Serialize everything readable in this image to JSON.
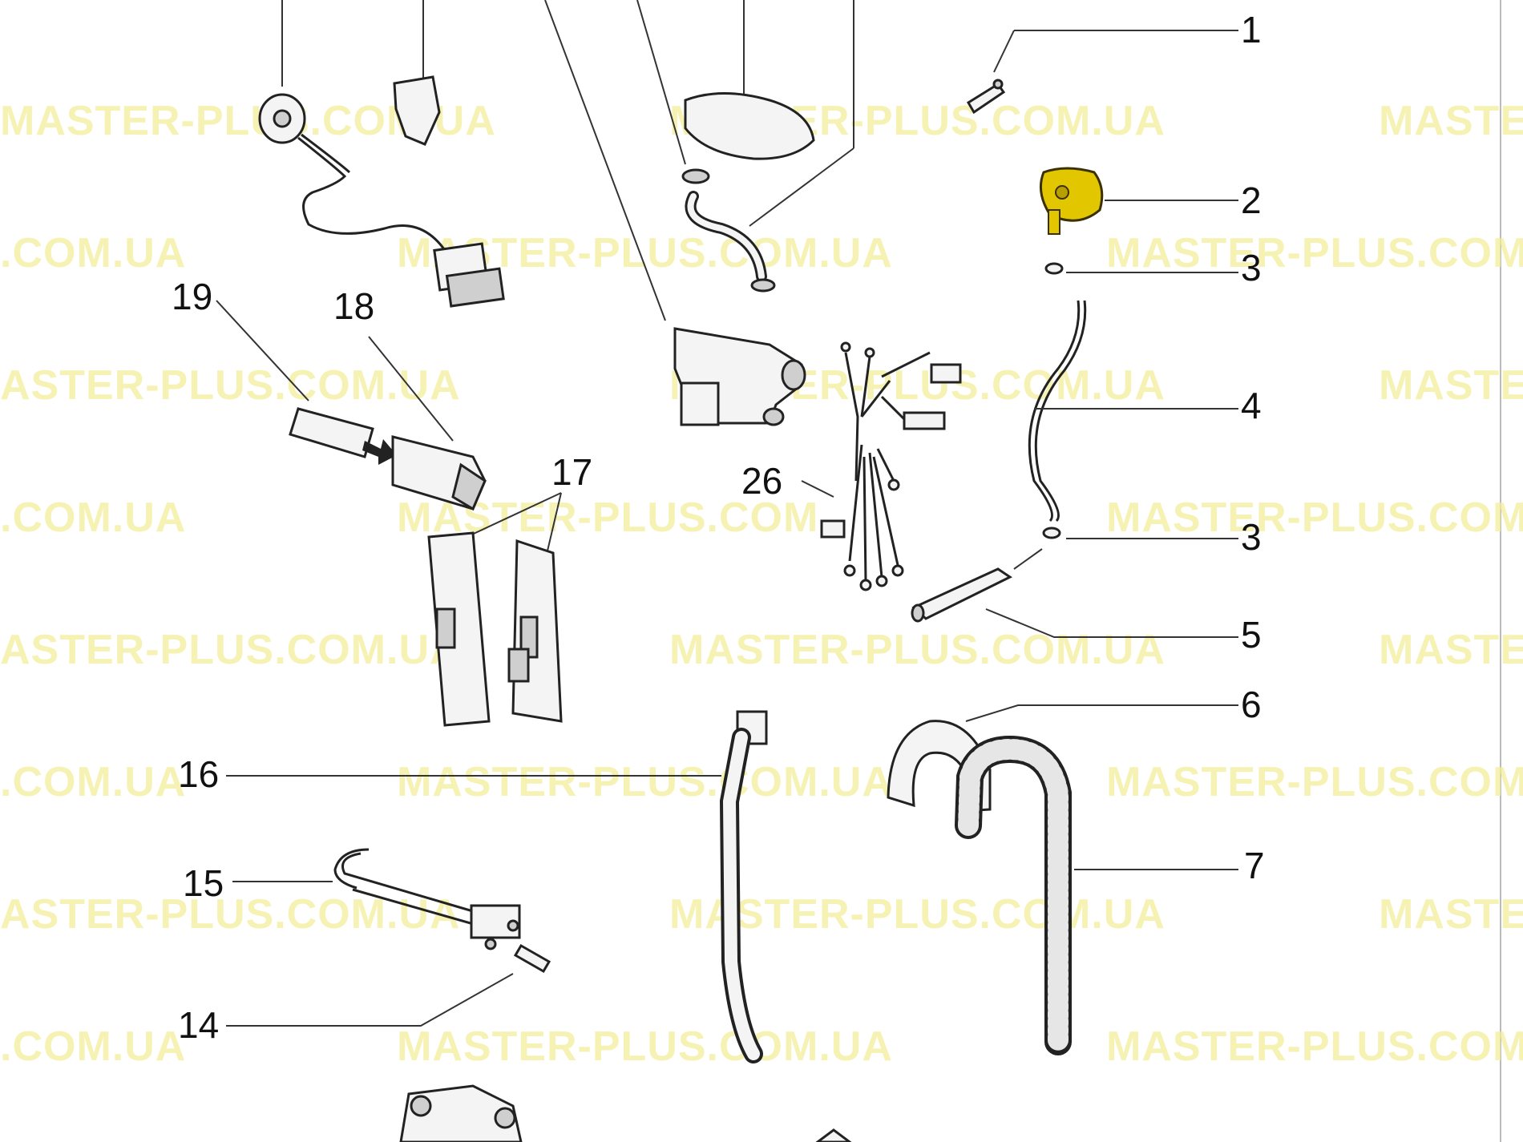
{
  "watermark_texts": [
    "MASTER-PLUS.COM.UA",
    "MASTER-PLUS.COM.UA",
    "MASTE",
    ".COM.UA",
    "MASTER-PLUS.COM.UA",
    "MASTER-PLUS.COM",
    "ASTER-PLUS.COM.UA",
    "MASTER-PLUS.COM.UA",
    "MASTE",
    ".COM.UA",
    "MASTER-PLUS.COM",
    "MASTER-PLUS.COM",
    "ASTER-PLUS.COM.UA",
    "MASTER-PLUS.COM.UA",
    "MASTE",
    ".COM.UA",
    "MASTER-PLUS.COM.UA",
    "MASTER-PLUS.COM",
    "ASTER-PLUS.COM.UA",
    "MASTER-PLUS.COM.UA",
    "MASTE",
    ".COM.UA",
    "MASTER-PLUS.COM.UA",
    "MASTER-PLUS.COM"
  ],
  "part_labels": [
    "1",
    "2",
    "3",
    "4",
    "3",
    "5",
    "6",
    "7",
    "14",
    "15",
    "16",
    "17",
    "18",
    "19",
    "26"
  ],
  "colors": {
    "watermark": "#f2ee9a",
    "highlight_part": "#e2c600",
    "line_art": "#222222"
  }
}
